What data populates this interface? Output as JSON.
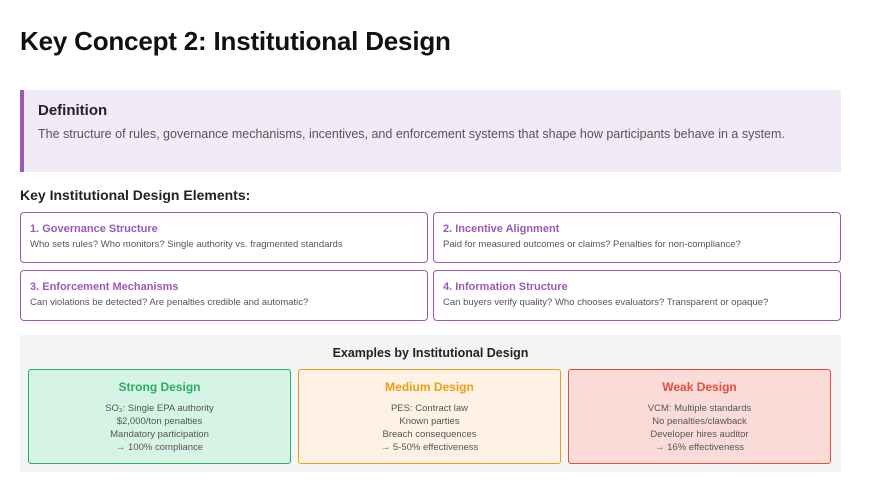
{
  "title": "Key Concept 2: Institutional Design",
  "definition": {
    "heading": "Definition",
    "text": "The structure of rules, governance mechanisms, incentives, and enforcement systems that shape how participants behave in a system."
  },
  "elements_heading": "Key Institutional Design Elements:",
  "elements": [
    {
      "title": "1. Governance Structure",
      "text": "Who sets rules? Who monitors? Single authority vs. fragmented standards"
    },
    {
      "title": "2. Incentive Alignment",
      "text": "Paid for measured outcomes or claims? Penalties for non-compliance?"
    },
    {
      "title": "3. Enforcement Mechanisms",
      "text": "Can violations be detected? Are penalties credible and automatic?"
    },
    {
      "title": "4. Information Structure",
      "text": "Can buyers verify quality? Who chooses evaluators? Transparent or opaque?"
    }
  ],
  "examples": {
    "heading": "Examples by Institutional Design",
    "strong": {
      "title": "Strong Design",
      "lines": [
        "SO₂: Single EPA authority",
        "$2,000/ton penalties",
        "Mandatory participation",
        "→ 100% compliance"
      ]
    },
    "medium": {
      "title": "Medium Design",
      "lines": [
        "PES: Contract law",
        "Known parties",
        "Breach consequences",
        "→ 5-50% effectiveness"
      ]
    },
    "weak": {
      "title": "Weak Design",
      "lines": [
        "VCM: Multiple standards",
        "No penalties/clawback",
        "Developer hires auditor",
        "→ 16% effectiveness"
      ]
    }
  },
  "colors": {
    "accent_purple": "#9b59b6",
    "strong_green": "#27ae60",
    "medium_orange": "#f39c12",
    "weak_red": "#e74c3c"
  }
}
